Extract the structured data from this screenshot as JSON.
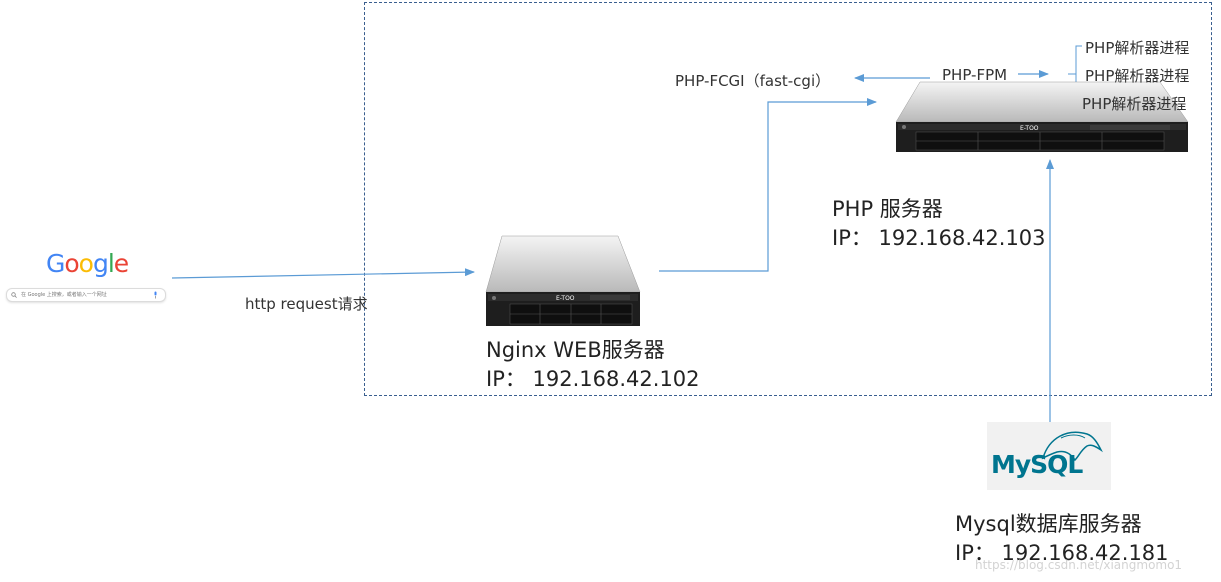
{
  "client": {
    "logo_letters": [
      "G",
      "o",
      "o",
      "g",
      "l",
      "e"
    ],
    "logo_colors": [
      "#4285F4",
      "#EA4335",
      "#FBBC05",
      "#4285F4",
      "#34A853",
      "#EA4335"
    ],
    "search_placeholder": "在 Google 上搜索，或者输入一个网址",
    "request_label": "http request请求"
  },
  "nginx": {
    "name": "Nginx WEB服务器",
    "ip": "IP：  192.168.42.102",
    "logo_text": "E-TOO"
  },
  "php": {
    "name": "PHP 服务器",
    "ip": "IP：  192.168.42.103",
    "logo_text": "E-TOO",
    "fcgi_label": "PHP-FCGI（fast-cgi）",
    "fpm_label": "PHP-FPM",
    "processes": [
      "PHP解析器进程",
      "PHP解析器进程",
      "PHP解析器进程"
    ]
  },
  "mysql": {
    "logo_text": "MySQL",
    "name": "Mysql数据库服务器",
    "ip": "IP：  192.168.42.181"
  },
  "watermark": "https://blog.csdn.net/xiangmomo1",
  "colors": {
    "arrow": "#5b9bd5",
    "dash_border": "#3a5f8f",
    "mysql_blue": "#00758f",
    "mysql_orange": "#f29111"
  }
}
